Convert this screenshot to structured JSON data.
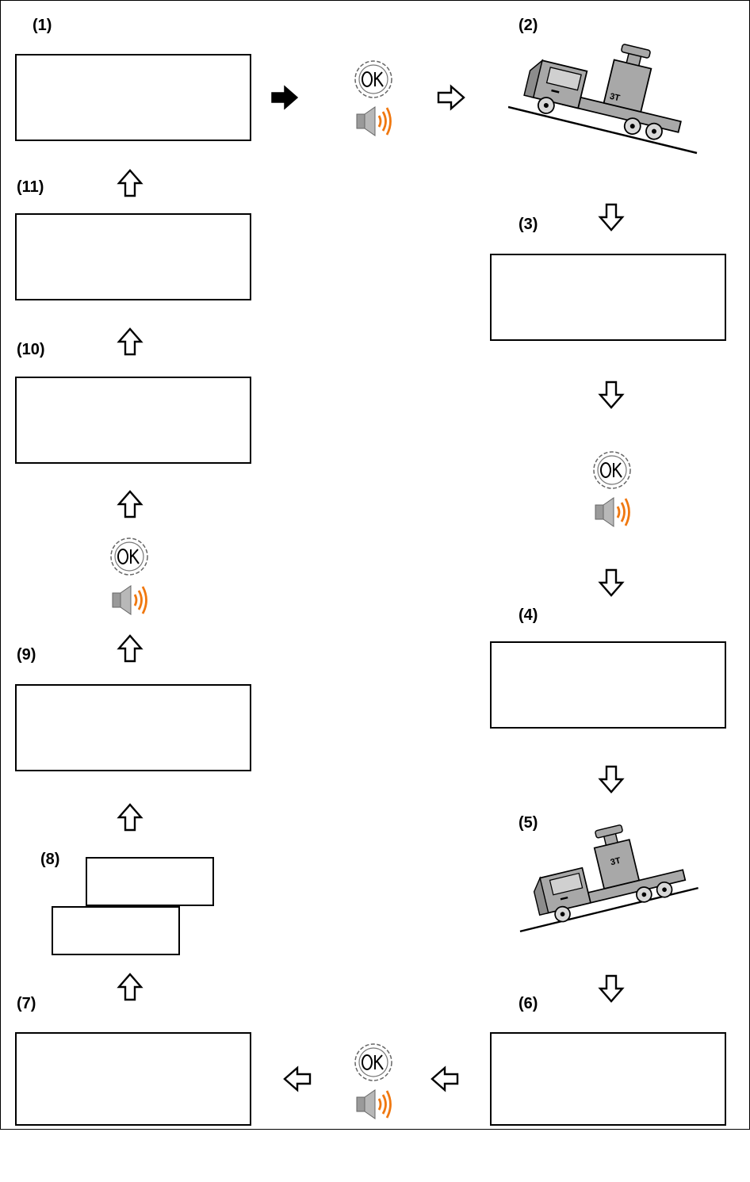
{
  "steps": {
    "s1": "(1)",
    "s2": "(2)",
    "s3": "(3)",
    "s4": "(4)",
    "s5": "(5)",
    "s6": "(6)",
    "s7": "(7)",
    "s8": "(8)",
    "s9": "(9)",
    "s10": "(10)",
    "s11": "(11)"
  },
  "ok_button": {
    "text": "OK"
  },
  "weight": {
    "text": "3T"
  },
  "colors": {
    "speaker_waves": "#f07810",
    "speaker_body": "#9a9a9a",
    "truck": "#a8a8a8"
  },
  "icons": [
    "arrow-right-solid-icon",
    "arrow-outline-icon",
    "ok-button-icon",
    "speaker-icon",
    "truck-with-weight"
  ]
}
